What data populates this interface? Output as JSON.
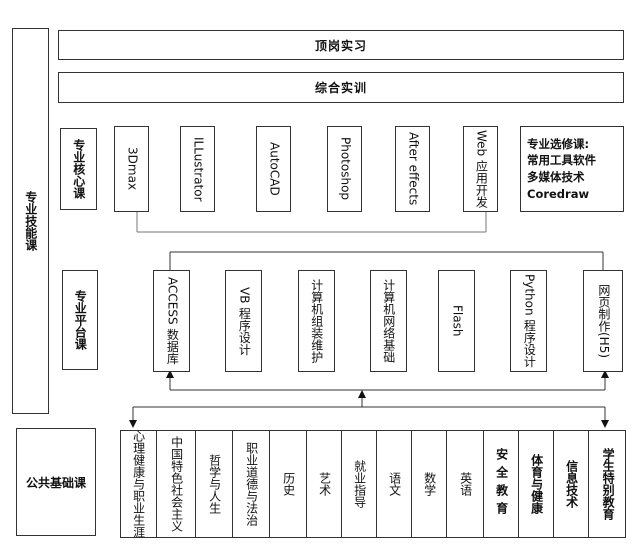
{
  "left_label": "专业技能课",
  "top_rows": {
    "internship": "顶岗实习",
    "training": "综合实训"
  },
  "core": {
    "title": "专业核心课",
    "courses": [
      "3Dmax",
      "ILLustrator",
      "AutoCAD",
      "Photoshop",
      "After effects",
      "Web 应用开发"
    ],
    "elective": [
      "专业选修课:",
      "常用工具软件",
      "多媒体技术",
      "Coredraw"
    ]
  },
  "platform": {
    "title": "专业平台课",
    "courses": [
      "ACCESS 数据库",
      "VB 程序设计",
      "计算机组装维护",
      "计算机网络基础",
      "Flash",
      "Python 程序设计",
      "网页制作(H5)"
    ]
  },
  "public": {
    "title": "公共基础课",
    "courses": [
      "心理健康与职业生涯",
      "中国特色社会主义",
      "哲学与人生",
      "职业道德与法治",
      "历史",
      "艺术",
      "就业指导",
      "语文",
      "数学",
      "英语",
      "安全教育",
      "体育与健康",
      "信息技术",
      "学生特别教育"
    ]
  }
}
